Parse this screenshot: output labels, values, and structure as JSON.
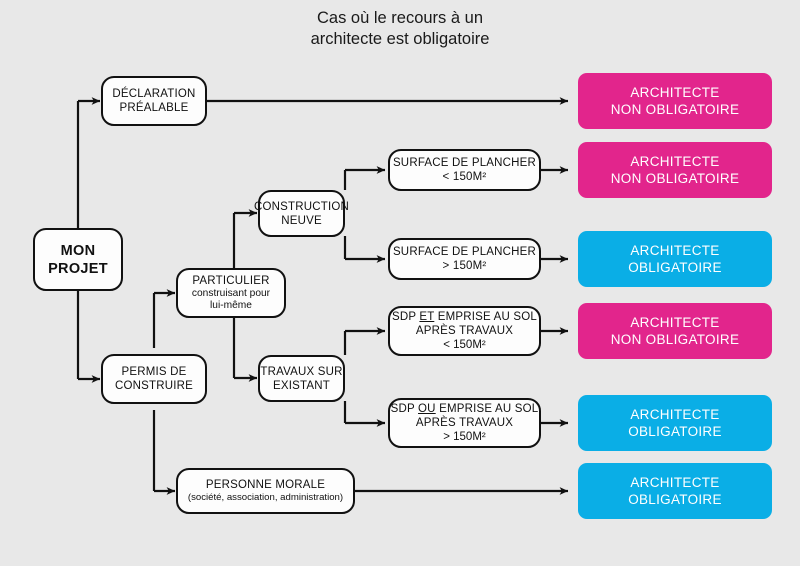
{
  "title": "Cas où le recours à un\narchitecte est obligatoire",
  "colors": {
    "background": "#e8e8e8",
    "node_fill": "#fdfdfd",
    "node_stroke": "#111111",
    "pink": "#e2258c",
    "blue": "#0aaee6",
    "result_text": "#ffffff",
    "text": "#111111"
  },
  "nodes": {
    "root": {
      "line1": "MON",
      "line2": "PROJET"
    },
    "declaration": {
      "line1": "DÉCLARATION",
      "line2": "PRÉALABLE"
    },
    "permis": {
      "line1": "PERMIS DE",
      "line2": "CONSTRUIRE"
    },
    "particulier": {
      "line1": "PARTICULIER",
      "line2": "construisant pour",
      "line3": "lui-même"
    },
    "personne_morale": {
      "line1": "PERSONNE MORALE",
      "line2": "(société, association, administration)"
    },
    "construction_neuve": {
      "line1": "CONSTRUCTION",
      "line2": "NEUVE"
    },
    "travaux_existant": {
      "line1": "TRAVAUX SUR",
      "line2": "EXISTANT"
    },
    "sdp_moins": {
      "line1": "SURFACE DE PLANCHER",
      "line2": "< 150M²"
    },
    "sdp_plus": {
      "line1": "SURFACE DE PLANCHER",
      "line2": "> 150M²"
    },
    "sdp_et": {
      "pre": "SDP ",
      "conj": "ET",
      "post": " EMPRISE AU SOL",
      "line2": "APRÈS TRAVAUX",
      "line3": "< 150M²"
    },
    "sdp_ou": {
      "pre": "SDP ",
      "conj": "OU",
      "post": " EMPRISE AU SOL",
      "line2": "APRÈS TRAVAUX",
      "line3": "> 150M²"
    }
  },
  "results": {
    "non_obligatoire_1": {
      "line1": "ARCHITECTE",
      "line2": "NON OBLIGATOIRE"
    },
    "non_obligatoire_2": {
      "line1": "ARCHITECTE",
      "line2": "NON OBLIGATOIRE"
    },
    "obligatoire_1": {
      "line1": "ARCHITECTE",
      "line2": "OBLIGATOIRE"
    },
    "non_obligatoire_3": {
      "line1": "ARCHITECTE",
      "line2": "NON OBLIGATOIRE"
    },
    "obligatoire_2": {
      "line1": "ARCHITECTE",
      "line2": "OBLIGATOIRE"
    },
    "obligatoire_3": {
      "line1": "ARCHITECTE",
      "line2": "OBLIGATOIRE"
    }
  },
  "chart_data": {
    "type": "diagram",
    "title": "Cas où le recours à un architecte est obligatoire",
    "edges": [
      {
        "from": "root",
        "to": "declaration"
      },
      {
        "from": "root",
        "to": "permis"
      },
      {
        "from": "declaration",
        "to": "non_obligatoire_1"
      },
      {
        "from": "permis",
        "to": "particulier"
      },
      {
        "from": "permis",
        "to": "personne_morale"
      },
      {
        "from": "particulier",
        "to": "construction_neuve"
      },
      {
        "from": "particulier",
        "to": "travaux_existant"
      },
      {
        "from": "construction_neuve",
        "to": "sdp_moins"
      },
      {
        "from": "construction_neuve",
        "to": "sdp_plus"
      },
      {
        "from": "travaux_existant",
        "to": "sdp_et"
      },
      {
        "from": "travaux_existant",
        "to": "sdp_ou"
      },
      {
        "from": "sdp_moins",
        "to": "non_obligatoire_2"
      },
      {
        "from": "sdp_plus",
        "to": "obligatoire_1"
      },
      {
        "from": "sdp_et",
        "to": "non_obligatoire_3"
      },
      {
        "from": "sdp_ou",
        "to": "obligatoire_2"
      },
      {
        "from": "personne_morale",
        "to": "obligatoire_3"
      }
    ]
  }
}
